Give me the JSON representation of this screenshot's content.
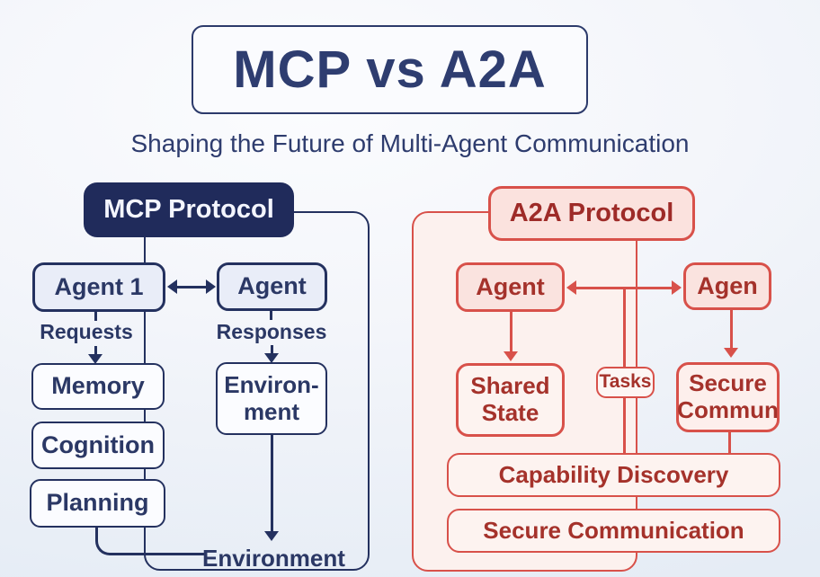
{
  "title": "MCP vs A2A",
  "subtitle": "Shaping the Future of Multi-Agent Communication",
  "colors": {
    "navy_border": "#24315f",
    "navy_header_fill": "#202b5b",
    "navy_text": "#2b3865",
    "lavender_fill": "#e9edf8",
    "red_border": "#d8514a",
    "red_text": "#a5322b",
    "red_header_text": "#9e2b28",
    "pink_container_fill": "#fcf1ee",
    "pink_node_fill": "#fae3df"
  },
  "mcp": {
    "header": "MCP Protocol",
    "agent_left": "Agent 1",
    "agent_right": "Agent",
    "requests_label": "Requests",
    "responses_label": "Responses",
    "memory": "Memory",
    "cognition": "Cognition",
    "planning": "Planning",
    "environment_box": {
      "line1": "Environ-",
      "line2": "ment"
    },
    "environment_label": "Environment"
  },
  "a2a": {
    "header": "A2A Protocol",
    "agent_left": "Agent",
    "agent_right": "Agen",
    "shared_state": {
      "line1": "Shared",
      "line2": "State"
    },
    "tasks_label": "Tasks",
    "secure_commun": {
      "line1": "Secure",
      "line2": "Commun"
    },
    "capability_discovery": "Capability Discovery",
    "secure_communication": "Secure Communication"
  }
}
